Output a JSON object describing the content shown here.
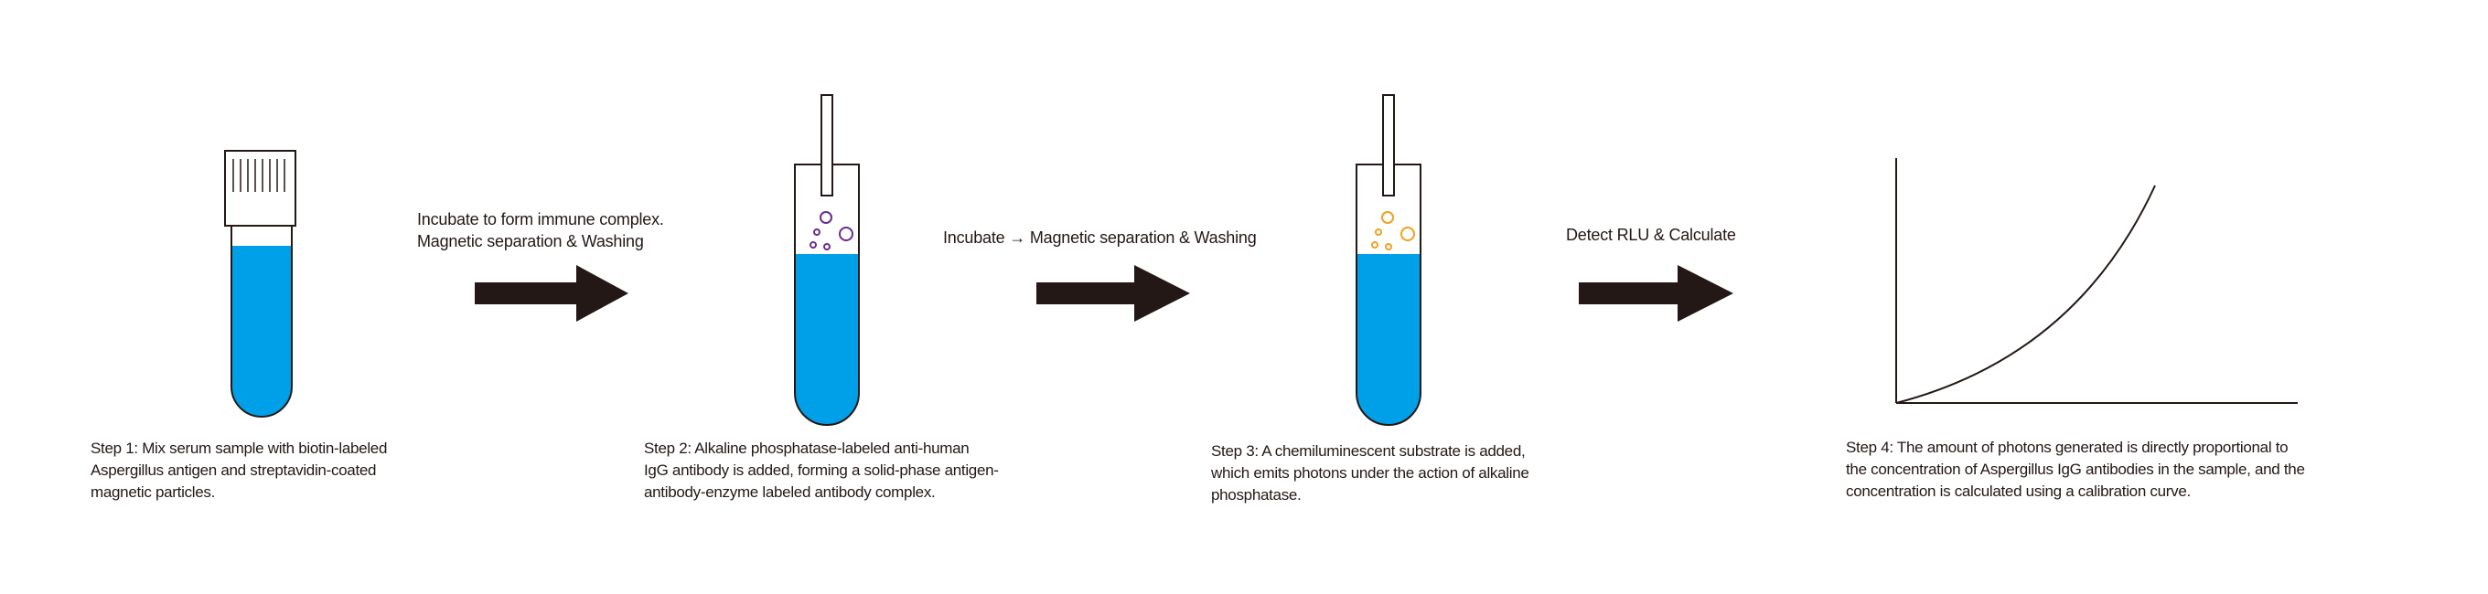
{
  "colors": {
    "liquid": "#00a0e9",
    "outline": "#231815",
    "bubbles_step2": "#6a2c91",
    "bubbles_step3": "#f0a020",
    "arrow": "#231815"
  },
  "transitions": [
    {
      "lines": [
        "Incubate to form immune complex.",
        "Magnetic separation & Washing"
      ]
    },
    {
      "lines": [
        "Incubate → Magnetic separation & Washing"
      ]
    },
    {
      "lines": [
        "Detect RLU & Calculate"
      ]
    }
  ],
  "steps": [
    {
      "lines": [
        "Step 1: Mix serum sample with biotin-labeled",
        "Aspergillus antigen and streptavidin-coated",
        "magnetic particles."
      ]
    },
    {
      "lines": [
        "Step 2: Alkaline phosphatase-labeled anti-human",
        "IgG antibody is added, forming a solid-phase antigen-",
        "antibody-enzyme labeled antibody complex."
      ]
    },
    {
      "lines": [
        "Step 3: A chemiluminescent substrate is added,",
        "which emits photons under the action of alkaline",
        "phosphatase."
      ]
    },
    {
      "lines": [
        "Step 4: The amount of photons generated is directly proportional to",
        "the concentration of Aspergillus IgG antibodies in the sample, and the",
        "concentration is calculated using a calibration curve."
      ]
    }
  ]
}
